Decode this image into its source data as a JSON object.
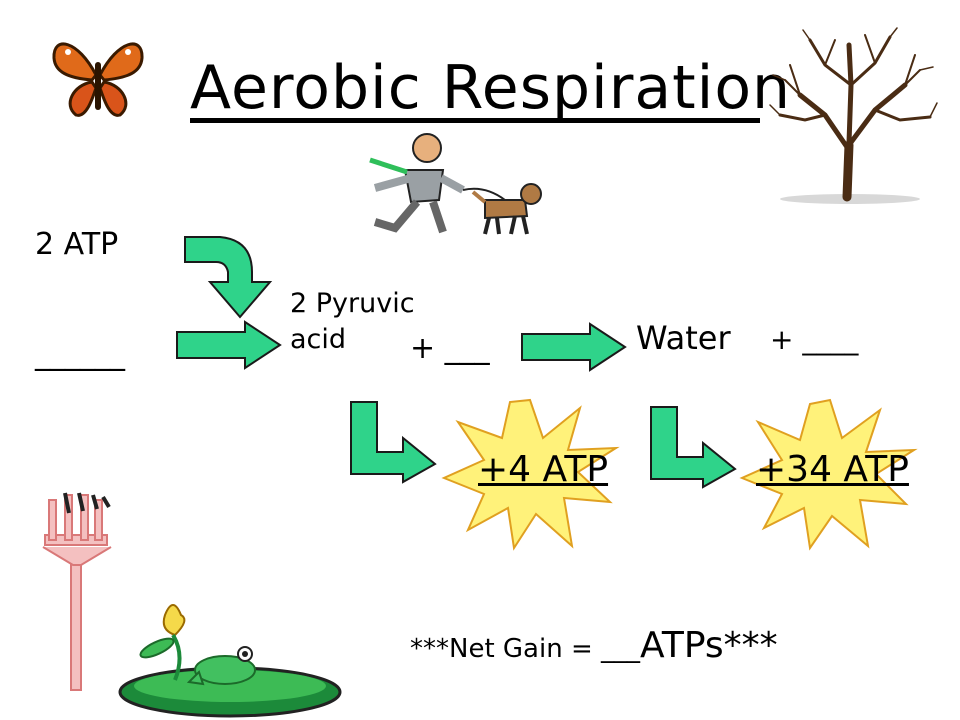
{
  "title": "Aerobic Respiration",
  "labels": {
    "atp_input": "2 ATP",
    "blank_left": "______",
    "pyruvic_line1": "2 Pyruvic",
    "pyruvic_line2": "acid",
    "plus_blank": "+ ___",
    "water": "Water",
    "plus_blank_right": "+ ____",
    "burst_4": "+4 ATP",
    "burst_34": "+34 ATP",
    "net_gain_prefix": "***Net Gain = ___",
    "net_gain_suffix": "ATPs***"
  },
  "colors": {
    "arrow_fill": "#2fd38a",
    "arrow_stroke": "#1a1a1a",
    "burst_fill": "#fff27a",
    "burst_stroke": "#e0a020"
  },
  "icons": [
    "butterfly-icon",
    "tree-icon",
    "man-walking-dog-icon",
    "fork-icon",
    "frog-on-lilypad-icon"
  ]
}
